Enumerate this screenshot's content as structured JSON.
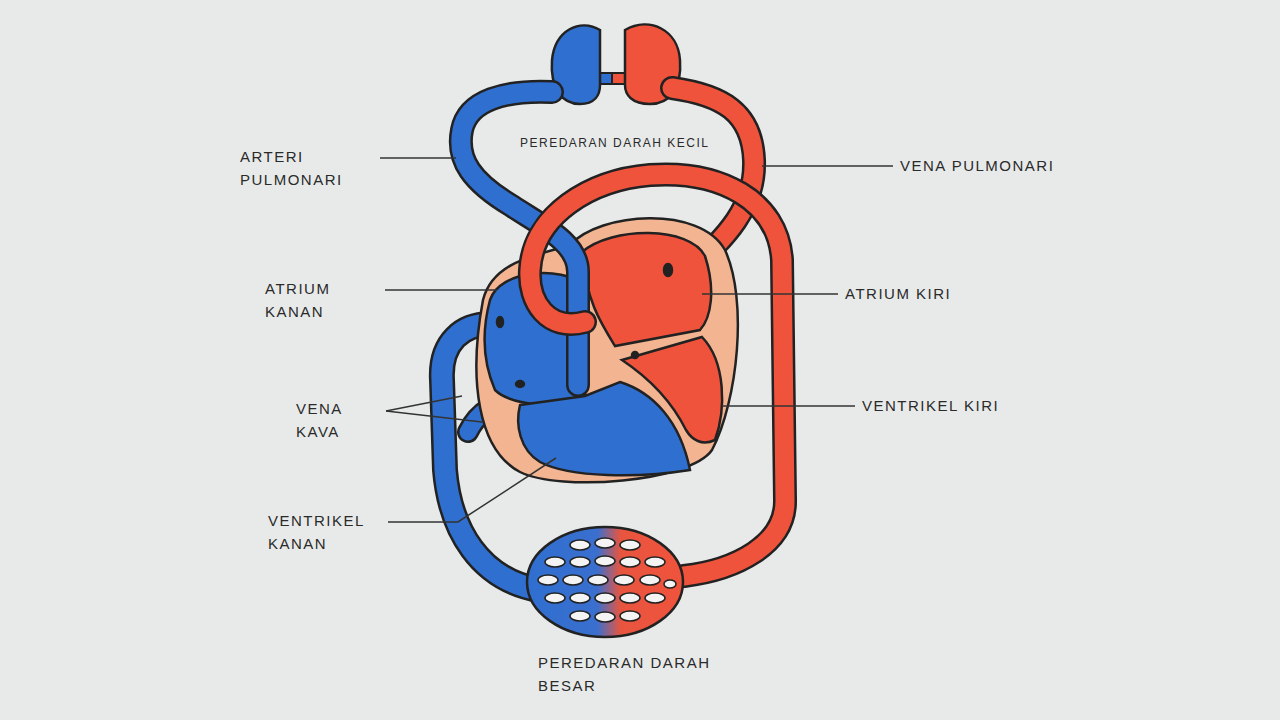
{
  "diagram": {
    "labels": [
      "PEREDARAN DARAH KECIL",
      "ARTERI PULMONARI",
      "VENA PULMONARI",
      "ATRIUM KANAN",
      "ATRIUM KIRI",
      "VENA KAVA",
      "VENTRIKEL KIRI",
      "VENTRIKEL KANAN",
      "PEREDARAN DARAH BESAR"
    ]
  }
}
